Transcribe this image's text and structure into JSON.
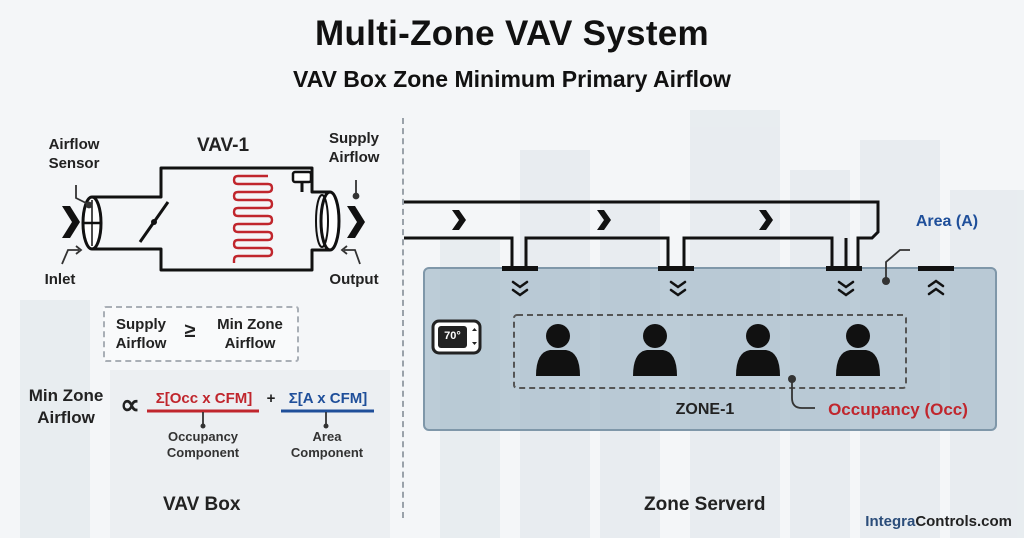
{
  "title": "Multi-Zone VAV System",
  "subtitle": "VAV Box Zone Minimum Primary Airflow",
  "vav_box": {
    "unit_label": "VAV-1",
    "airflow_sensor_label_line1": "Airflow",
    "airflow_sensor_label_line2": "Sensor",
    "supply_airflow_label_line1": "Supply",
    "supply_airflow_label_line2": "Airflow",
    "inlet_label": "Inlet",
    "output_label": "Output",
    "section_title": "VAV Box"
  },
  "inequality": {
    "left_line1": "Supply",
    "left_line2": "Airflow",
    "operator": "≥",
    "right_line1": "Min Zone",
    "right_line2": "Airflow"
  },
  "proportionality": {
    "left_line1": "Min Zone",
    "left_line2": "Airflow",
    "operator": "∝",
    "occupancy_term": "Σ[Occ x CFM]",
    "plus": "+",
    "area_term": "Σ[A x CFM]",
    "occupancy_caption_line1": "Occupancy",
    "occupancy_caption_line2": "Component",
    "area_caption_line1": "Area",
    "area_caption_line2": "Component"
  },
  "zone": {
    "area_label": "Area (A)",
    "thermostat_reading": "70°",
    "zone_label": "ZONE-1",
    "occupancy_label": "Occupancy (Occ)",
    "section_title": "Zone Serverd",
    "occupants": [
      "person",
      "person",
      "person",
      "person"
    ]
  },
  "brand": {
    "part1": "Integra",
    "part2": "Controls.com"
  },
  "colors": {
    "occupancy_red": "#c0262d",
    "area_blue": "#1f4f9a",
    "zone_fill": "#a9bdcc",
    "duct_stroke": "#111111",
    "heating_coil": "#c0262d"
  },
  "icons": [
    "airflow-chevron-icon",
    "heating-coil-icon",
    "damper-icon",
    "diffuser-icon",
    "return-grille-icon",
    "thermostat-icon",
    "person-icon"
  ]
}
